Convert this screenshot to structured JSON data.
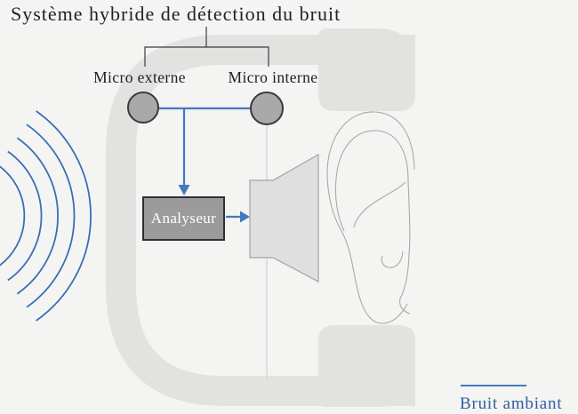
{
  "title": "Système hybride de détection du bruit",
  "labels": {
    "mic_external": "Micro externe",
    "mic_internal": "Micro interne",
    "analyzer": "Analyseur",
    "ambient_noise": "Bruit ambiant"
  },
  "icons": {
    "headphone": "headphone-band-and-ear-cushions",
    "microphone": "gray-circle-microphone",
    "speaker": "loudspeaker-cone",
    "ear": "human-ear-outline",
    "waves": "ambient-sound-waves"
  },
  "colors": {
    "background": "#f4f4f3",
    "headphone_gray": "#e2e2e1",
    "mic_fill": "#a9a9a9",
    "mic_stroke": "#3a3a3a",
    "analyzer_fill": "#9b9b9b",
    "analyzer_border": "#2f2f2f",
    "analyzer_text": "#ffffff",
    "connector_blue": "#4478bd",
    "wave_blue": "#3a6fb5",
    "speaker_fill": "#dfdfdf",
    "speaker_stroke": "#a3a3a3",
    "ear_stroke": "#a9a9a9",
    "bracket_dark": "#3c3c44",
    "inner_path_line": "#c9c9c9",
    "title_text": "#21212b",
    "ambient_text": "#2e5f9e"
  }
}
